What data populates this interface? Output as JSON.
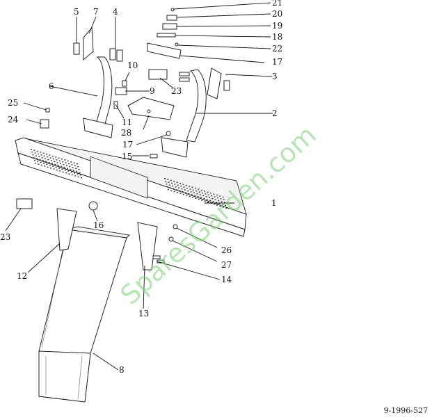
{
  "diagram": {
    "reference_code": "9-1996-527",
    "watermark": "SparesGarden.com",
    "callouts": [
      "1",
      "2",
      "3",
      "4",
      "5",
      "6",
      "7",
      "8",
      "9",
      "10",
      "11",
      "12",
      "13",
      "14",
      "15",
      "16",
      "17",
      "17",
      "18",
      "19",
      "20",
      "21",
      "22",
      "23",
      "23",
      "24",
      "25",
      "26",
      "27",
      "28"
    ]
  }
}
